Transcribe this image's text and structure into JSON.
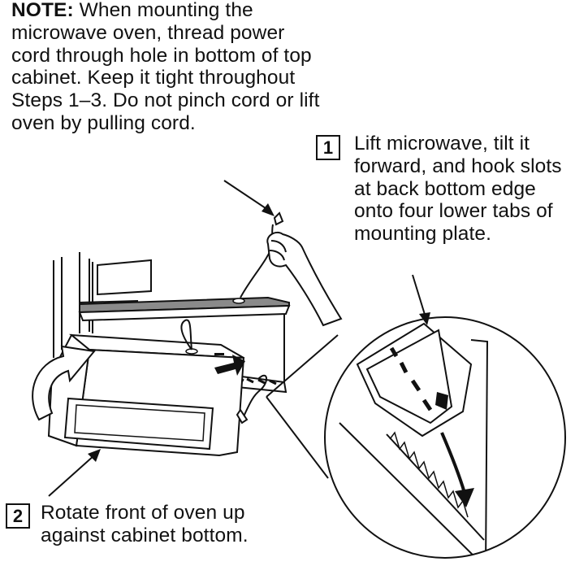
{
  "note": {
    "label": "NOTE:",
    "text": " When mounting the microwave oven, thread power cord through hole in bottom of top cabinet. Keep it tight throughout Steps 1–3. Do not pinch cord or lift oven by pulling cord."
  },
  "steps": [
    {
      "number": "1",
      "text": "Lift microwave, tilt it forward, and hook slots at back bottom edge onto four lower tabs of mounting plate."
    },
    {
      "number": "2",
      "text": "Rotate front of oven up against cabinet bottom."
    }
  ],
  "colors": {
    "ink": "#111111",
    "shade": "#8a8a8a",
    "fill": "#ffffff"
  }
}
